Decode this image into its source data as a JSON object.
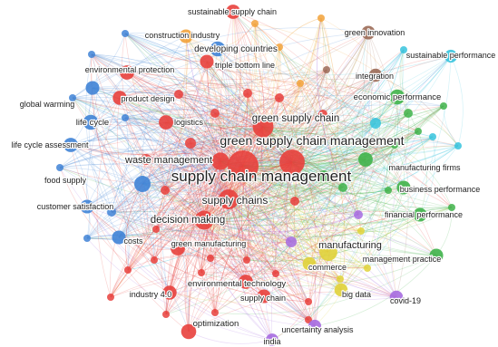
{
  "network": {
    "colors": {
      "red": "#e8403c",
      "blue": "#3f83d6",
      "green": "#3fb34a",
      "orange": "#f2a23a",
      "cyan": "#36c3dd",
      "purple": "#a66be0",
      "yellow": "#e0d23a",
      "brown": "#9b6a57"
    },
    "nodes": [
      {
        "id": "scm",
        "label": "supply chain management",
        "cluster": "red",
        "weight": 100
      },
      {
        "id": "gscm",
        "label": "green supply chain management",
        "cluster": "red",
        "weight": 62
      },
      {
        "id": "gsc",
        "label": "green supply chain",
        "cluster": "red",
        "weight": 38
      },
      {
        "id": "sc",
        "label": "supply chains",
        "cluster": "red",
        "weight": 34
      },
      {
        "id": "dm",
        "label": "decision making",
        "cluster": "red",
        "weight": 30
      },
      {
        "id": "wm",
        "label": "waste management",
        "cluster": "red",
        "weight": 24
      },
      {
        "id": "mfg",
        "label": "manufacturing",
        "cluster": "yellow",
        "weight": 26
      },
      {
        "id": "logi",
        "label": "logistics",
        "cluster": "red",
        "weight": 14
      },
      {
        "id": "pd",
        "label": "product design",
        "cluster": "red",
        "weight": 13
      },
      {
        "id": "envp",
        "label": "environmental protection",
        "cluster": "red",
        "weight": 14
      },
      {
        "id": "tbl",
        "label": "triple bottom line",
        "cluster": "red",
        "weight": 12
      },
      {
        "id": "dev",
        "label": "developing countries",
        "cluster": "blue",
        "weight": 16
      },
      {
        "id": "ci",
        "label": "construction industry",
        "cluster": "orange",
        "weight": 12
      },
      {
        "id": "ssc",
        "label": "sustainable supply chain",
        "cluster": "red",
        "weight": 14
      },
      {
        "id": "gi",
        "label": "green innovation",
        "cluster": "brown",
        "weight": 12
      },
      {
        "id": "sp",
        "label": "sustainable performance",
        "cluster": "cyan",
        "weight": 10
      },
      {
        "id": "integ",
        "label": "integration",
        "cluster": "brown",
        "weight": 11
      },
      {
        "id": "ep",
        "label": "economic performance",
        "cluster": "green",
        "weight": 16
      },
      {
        "id": "gw",
        "label": "global warming",
        "cluster": "blue",
        "weight": 12
      },
      {
        "id": "lc",
        "label": "life cycle",
        "cluster": "blue",
        "weight": 16
      },
      {
        "id": "lca",
        "label": "life cycle assessment",
        "cluster": "blue",
        "weight": 14
      },
      {
        "id": "fs",
        "label": "food supply",
        "cluster": "blue",
        "weight": 20
      },
      {
        "id": "cs",
        "label": "customer satisfaction",
        "cluster": "blue",
        "weight": 12
      },
      {
        "id": "costs",
        "label": "costs",
        "cluster": "blue",
        "weight": 12
      },
      {
        "id": "gm",
        "label": "green manufacturing",
        "cluster": "red",
        "weight": 14
      },
      {
        "id": "mf",
        "label": "manufacturing firms",
        "cluster": "green",
        "weight": 14
      },
      {
        "id": "bp",
        "label": "business performance",
        "cluster": "green",
        "weight": 12
      },
      {
        "id": "fp",
        "label": "financial performance",
        "cluster": "green",
        "weight": 12
      },
      {
        "id": "mp",
        "label": "management practice",
        "cluster": "green",
        "weight": 12
      },
      {
        "id": "com",
        "label": "commerce",
        "cluster": "yellow",
        "weight": 11
      },
      {
        "id": "et",
        "label": "environmental technology",
        "cluster": "red",
        "weight": 14
      },
      {
        "id": "i40",
        "label": "industry 4.0",
        "cluster": "red",
        "weight": 13
      },
      {
        "id": "scp",
        "label": "supply chain",
        "cluster": "red",
        "weight": 12
      },
      {
        "id": "bd",
        "label": "big data",
        "cluster": "yellow",
        "weight": 11
      },
      {
        "id": "covid",
        "label": "covid-19",
        "cluster": "purple",
        "weight": 11
      },
      {
        "id": "opt",
        "label": "optimization",
        "cluster": "red",
        "weight": 16
      },
      {
        "id": "ua",
        "label": "uncertainty analysis",
        "cluster": "purple",
        "weight": 10
      },
      {
        "id": "india",
        "label": "india",
        "cluster": "purple",
        "weight": 9
      }
    ]
  }
}
